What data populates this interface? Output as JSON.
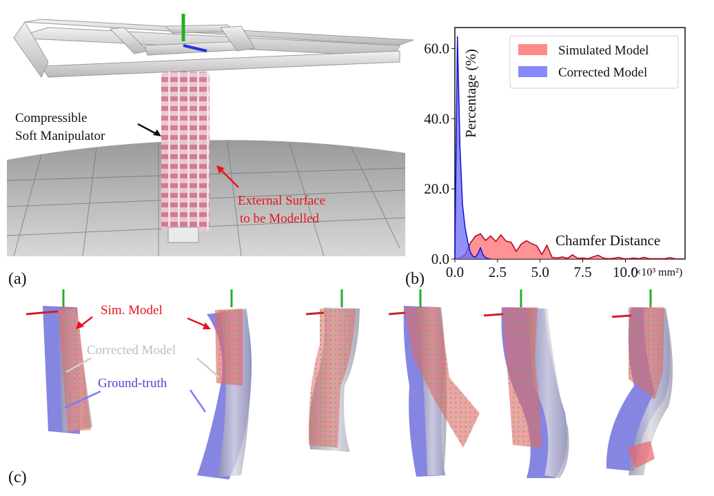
{
  "panel_a": {
    "label": "(a)",
    "annotation_manipulator": [
      "Compressible",
      "Soft Manipulator"
    ],
    "annotation_surface": [
      "External Surface",
      "to be Modelled"
    ]
  },
  "panel_b": {
    "label": "(b)",
    "x_unit_label": "(×10³ mm²)",
    "chart_data": {
      "type": "area",
      "xlabel": "Chamfer Distance",
      "ylabel": "Percentage (%)",
      "xlim": [
        0,
        13.5
      ],
      "ylim": [
        0,
        66
      ],
      "x_ticks": [
        "0.0",
        "2.5",
        "5.0",
        "7.5",
        "10.0"
      ],
      "y_ticks": [
        "0.0",
        "20.0",
        "40.0",
        "60.0"
      ],
      "legend_position": "top-right",
      "series": [
        {
          "name": "Simulated Model",
          "color": "#ff6e6e",
          "x": [
            0,
            0.3,
            0.6,
            0.9,
            1.2,
            1.5,
            1.8,
            2.1,
            2.4,
            2.7,
            3.0,
            3.3,
            3.6,
            3.9,
            4.2,
            4.5,
            4.8,
            5.1,
            5.4,
            5.7,
            6.0,
            6.3,
            6.6,
            6.9,
            7.2,
            7.5,
            7.8,
            8.1,
            8.4,
            8.7,
            9.0,
            9.3,
            9.6,
            9.9,
            10.2,
            10.5,
            10.8,
            11.1,
            11.4,
            11.7,
            12.0,
            12.3,
            12.6,
            12.9,
            13.2
          ],
          "values": [
            0,
            0.3,
            1.2,
            4.5,
            6.5,
            7.2,
            5.3,
            6.6,
            5.0,
            6.9,
            5.1,
            4.8,
            2.2,
            4.3,
            5.2,
            4.4,
            3.8,
            1.3,
            3.9,
            0.5,
            0.3,
            0.6,
            0.2,
            1.2,
            0.2,
            0.3,
            0.1,
            0.6,
            1.1,
            0.3,
            0.1,
            0.2,
            0.5,
            0.1,
            0.1,
            0.3,
            0.1,
            0.5,
            0.1,
            0.1,
            0.1,
            0.1,
            0.4,
            0.1,
            0
          ]
        },
        {
          "name": "Corrected Model",
          "color": "#6b6bff",
          "x": [
            0,
            0.15,
            0.3,
            0.45,
            0.6,
            0.75,
            0.9,
            1.05,
            1.2,
            1.35,
            1.5,
            1.65,
            1.8,
            1.95,
            2.1
          ],
          "values": [
            0,
            63.5,
            32,
            15.5,
            9,
            5,
            2,
            0.8,
            0.5,
            1.5,
            3.2,
            1.2,
            0.4,
            0.1,
            0
          ]
        }
      ]
    }
  },
  "panel_c": {
    "label": "(c)",
    "annotation_sim": "Sim. Model",
    "annotation_corrected": "Corrected Model",
    "annotation_ground_truth": "Ground-truth"
  }
}
